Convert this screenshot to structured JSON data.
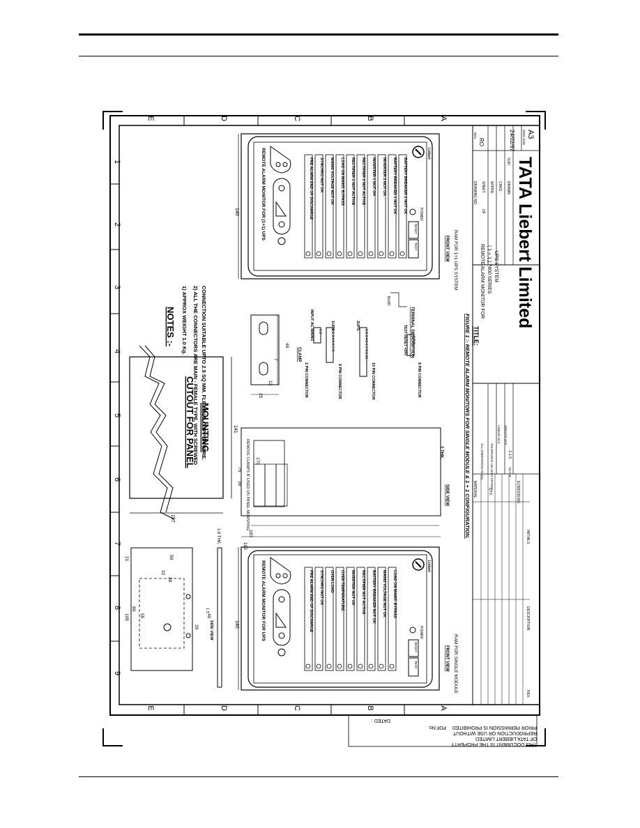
{
  "sheet": {
    "grid_letters": [
      "E",
      "D",
      "C",
      "B",
      "A"
    ],
    "grid_numbers": [
      "1",
      "2",
      "3",
      "4",
      "5",
      "6",
      "7",
      "8",
      "9"
    ]
  },
  "notes": {
    "heading": "NOTES :-",
    "items": [
      "1) APPROX WEIGHT 1.0 Kg.",
      "2) ALL THE CONNECTORS ARE MAIN - FEMALE TYPE, WITH SCREWED",
      "CONNECTION SUITABLE UPTO 2.5 SQ MM. FLEXIBLE COPPER WIRE."
    ]
  },
  "cutout": {
    "title_line1": "CUTOUT FOR PANEL",
    "title_line2": "MOUNTING",
    "dim_width": "141",
    "dim_height": "197"
  },
  "panel_1plus1": {
    "title": "REMOTE ALARM MONITOR FOR (1+1) UPS",
    "labels": [
      "PRE ALARM END OF DISCHARGE",
      "SYNCHRO NOT OK",
      "MAINS VOLTAGE NOT OK",
      "LOAD ON MAINT. BYPASS",
      "RECTIFIER 1 NOT ACTIVE",
      "RECTIFIER 2 NOT ACTIVE",
      "INVERTER 1 NOT OK",
      "INVERTER 2 NOT OK",
      "BATTERY BREAKER 1 NOT OK",
      "BATTERY BREAKER 2 NOT OK"
    ],
    "view_label": "FRONT VIEW",
    "caption": "RAM FOR 1+1 UPS SYSTEM",
    "dim": "140"
  },
  "panel_single": {
    "title": "REMOTE ALARM MONITOR FOR UPS",
    "labels": [
      "PRE ALARM END OF DISCHARGE",
      "SYNCHRO NOT OK",
      "OVER LOAD",
      "OVER TEMPERATURE",
      "INVERTER NOT OK",
      "RECTIFIER NOT ACTIVE",
      "BATTERY BREAKER NOT OK",
      "MAINS VOLTAGE NOT OK",
      "LOAD ON MAINT. BYPASS"
    ],
    "view_label": "FRONT VIEW",
    "caption": "RAM FOR SINGLE MODULE",
    "dim": "140"
  },
  "buttons": {
    "test": "TEST",
    "reset": "RESET",
    "power": "POWER"
  },
  "logo_text": "Liebert",
  "side_view": {
    "label": "SIDE VIEW",
    "note": "REMOVE CLAMPS IF USED ON PANEL MOUNTING",
    "thk": "2 THK.",
    "dims": [
      "170",
      "183",
      "193",
      "75",
      "30",
      "7",
      "3"
    ]
  },
  "clamp": {
    "label": "CLAMP",
    "dims": [
      "25",
      "12",
      "40",
      "7"
    ]
  },
  "terminals": {
    "title": "TERMINAL DESCRIPTION",
    "groups": [
      {
        "connector": "2 PIN CONNECTOR",
        "label": "INPUT AC MAINS",
        "pins": "1 2"
      },
      {
        "connector": "8 PIN CONNECTOR",
        "label": "1UPS",
        "pins": "1 2 3 4 5 6 7 8"
      },
      {
        "connector": "10 PIN CONNECTOR",
        "label": "2UPS",
        "pins": "1 2 3 4 5 6 7 8 9 10"
      },
      {
        "connector": "8 PIN CONNECTOR",
        "label": "TEST RESET +24V",
        "pins": "1 2 3"
      }
    ],
    "buzzer": "BUZR"
  },
  "bracket": {
    "label": "SIDE VIEW",
    "thk": "1.6 THK.",
    "dims": [
      "50",
      "32",
      "28",
      "21",
      "105",
      "80",
      "55",
      "20",
      "40",
      "1.5"
    ]
  },
  "figure_caption": "FIGURE 1 :- REMOTE ALARM MONITORS FOR SINGLE MODULE & 1 + 1 CONFIGURATION.",
  "title_block": {
    "title_label": "TITLE:",
    "title_lines": [
      "REMOTE ALARM MONITOR FOR",
      "( 1 + 1 ) 7400 SERIES",
      "UPS SYSTEM"
    ],
    "company": "TATA Liebert Limited",
    "date": "24/02/97",
    "sheet_size": "A3",
    "rev": "RO",
    "scale": "1:1.5",
    "fields": [
      "DRAWING NO.",
      "SHEET",
      "OF",
      "APPRD.",
      "CHKD.",
      "DRAWN",
      "SUD.",
      "DWG SIZE",
      "REV."
    ],
    "tolerance": [
      "ALL DIMENSIONS IN mm.",
      "TOLERANCE UN-LESS STATED",
      "LINEAR ±0.2",
      "ANGLES ±0.5",
      "SCALE"
    ],
    "material": "MATERIAL",
    "qty": "QTY.",
    "rev_labels": [
      "DESCRIPTION",
      "INITIALS",
      "ECN/DCN NO.",
      "REV."
    ]
  },
  "property_note": [
    "THIS DOCUMENT IS THE PROPERTY",
    "OF TATA LIEBERT LIMITED",
    "REPRODUCTION OR USE WITHOUT",
    "PRIOR PERMISSION IS PROHIBITED"
  ],
  "pdf_no": "PDF.No.",
  "dated": "DATED :"
}
